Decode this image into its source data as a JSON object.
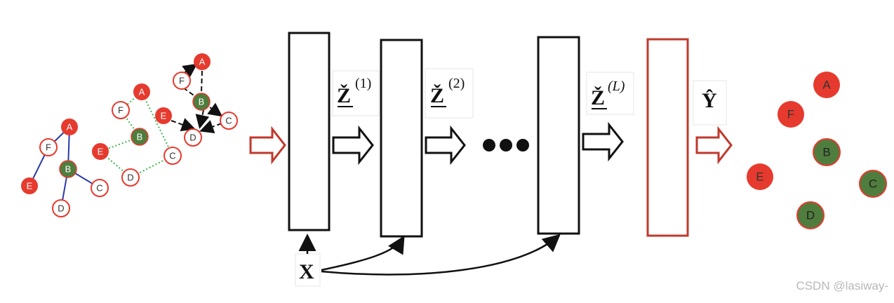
{
  "colors": {
    "red": "#e63a2e",
    "green": "#4f7d3e",
    "blue_edge": "#2b3aa8",
    "green_edge": "#3db64a",
    "outline_red": "#c0392b",
    "black": "#111111"
  },
  "graph1": {
    "nodes": [
      {
        "id": "A",
        "fill": "red"
      },
      {
        "id": "F",
        "fill": "white"
      },
      {
        "id": "B",
        "fill": "green"
      },
      {
        "id": "E",
        "fill": "red"
      },
      {
        "id": "C",
        "fill": "white"
      },
      {
        "id": "D",
        "fill": "white"
      }
    ]
  },
  "graph2": {
    "nodes": [
      {
        "id": "A",
        "fill": "red"
      },
      {
        "id": "F",
        "fill": "white"
      },
      {
        "id": "B",
        "fill": "green"
      },
      {
        "id": "E",
        "fill": "red"
      },
      {
        "id": "C",
        "fill": "white"
      },
      {
        "id": "D",
        "fill": "white"
      }
    ]
  },
  "graph3": {
    "nodes": [
      {
        "id": "A",
        "fill": "red"
      },
      {
        "id": "F",
        "fill": "white"
      },
      {
        "id": "B",
        "fill": "green"
      },
      {
        "id": "E",
        "fill": "red"
      },
      {
        "id": "C",
        "fill": "white"
      },
      {
        "id": "D",
        "fill": "white"
      }
    ]
  },
  "output_graph": {
    "nodes": [
      {
        "id": "A",
        "fill": "red"
      },
      {
        "id": "F",
        "fill": "red"
      },
      {
        "id": "B",
        "fill": "green"
      },
      {
        "id": "E",
        "fill": "red"
      },
      {
        "id": "C",
        "fill": "green"
      },
      {
        "id": "D",
        "fill": "green"
      }
    ]
  },
  "labels": {
    "z1_main": "Ž",
    "z1_sup": "(1)",
    "z2_main": "Ž",
    "z2_sup": "(2)",
    "zl_main": "Ž",
    "zl_sup": "(L)",
    "y_hat": "Ŷ",
    "x": "X"
  },
  "watermark": "CSDN @lasiway-"
}
